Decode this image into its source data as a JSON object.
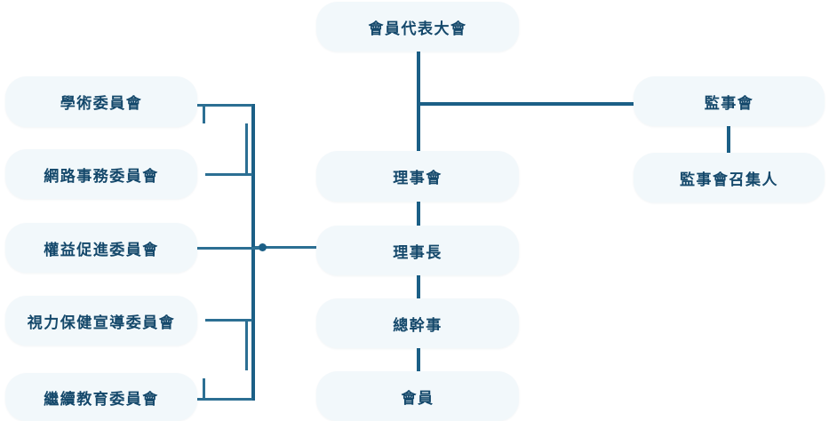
{
  "diagram": {
    "title": "organization-chart",
    "colors": {
      "node_bg": "#f2f8fb",
      "node_text": "#14486b",
      "line": "#1b5f86",
      "page_bg": "#ffffff"
    },
    "nodes": {
      "general_assembly": "會員代表大會",
      "board_of_directors": "理事會",
      "chairman": "理事長",
      "secretary_general": "總幹事",
      "members": "會員",
      "supervisors_board": "監事會",
      "supervisors_convener": "監事會召集人",
      "committee_academic": "學術委員會",
      "committee_network": "網路事務委員會",
      "committee_rights": "權益促進委員會",
      "committee_vision": "視力保健宣導委員會",
      "committee_education": "繼續教育委員會"
    }
  }
}
